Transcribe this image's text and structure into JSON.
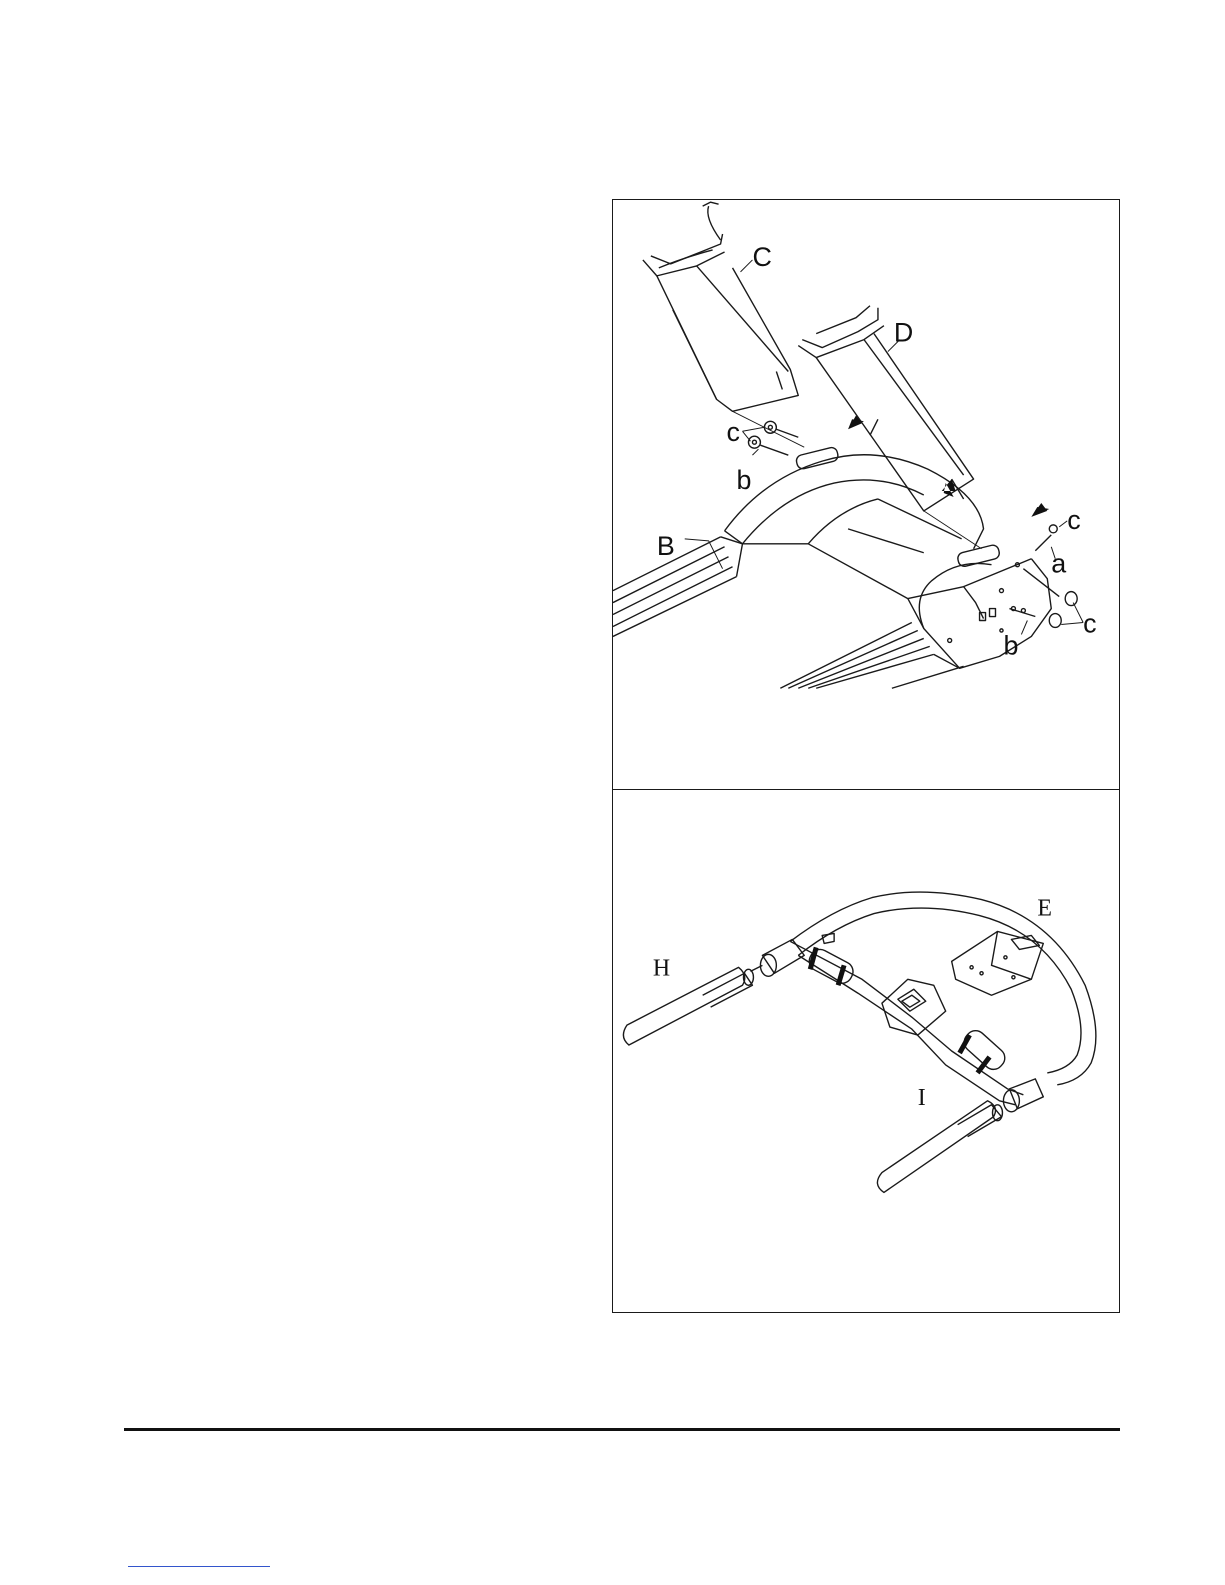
{
  "figure_top": {
    "labels": {
      "C": "C",
      "D": "D",
      "B": "B",
      "a": "a",
      "b": "b",
      "c": "c"
    }
  },
  "figure_bottom": {
    "labels": {
      "E": "E",
      "H": "H",
      "I": "I"
    }
  },
  "colors": {
    "line": "#1a1a1a",
    "footer_rule": "#111111",
    "link": "#3355cc"
  }
}
